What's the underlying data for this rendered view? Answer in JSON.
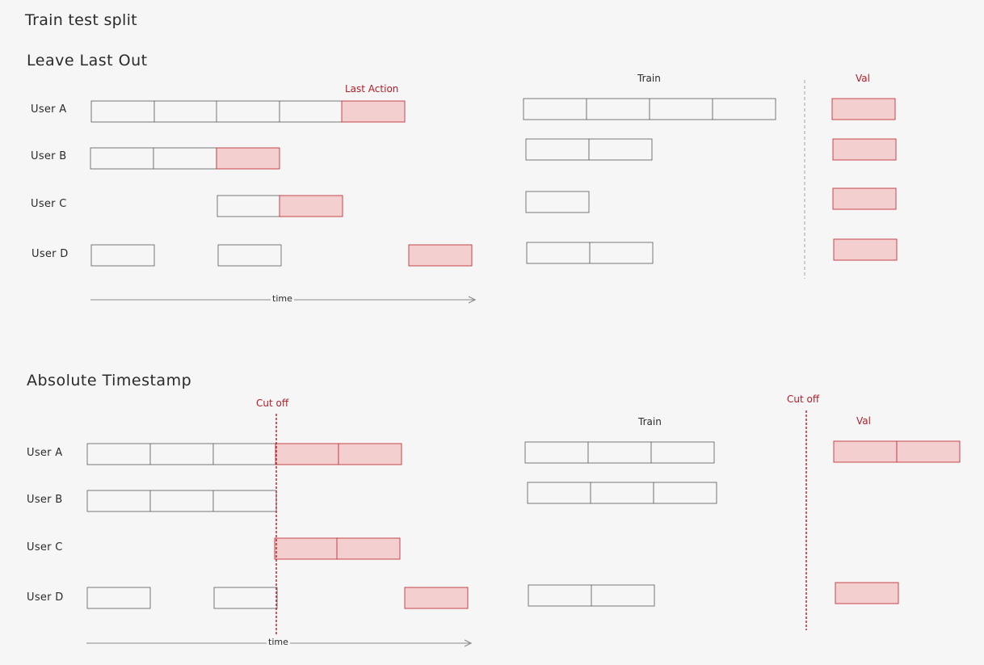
{
  "page": {
    "title": "Train test split",
    "background": "#f6f6f6"
  },
  "colors": {
    "box_stroke": "#6b6b6b",
    "box_fill": "#f6f6f6",
    "highlight_fill": "#f3cfcf",
    "highlight_stroke": "#c0353b",
    "accent_text": "#b31d28",
    "axis": "#8a8a8a"
  },
  "leave_last_out": {
    "heading": "Leave Last Out",
    "annotation": "Last Action",
    "axis_label": "time",
    "train_header": "Train",
    "val_header": "Val",
    "users": [
      {
        "label": "User A",
        "history": [
          "train",
          "train",
          "train",
          "train",
          "val"
        ],
        "train_count": 4,
        "val_count": 1
      },
      {
        "label": "User B",
        "history": [
          "train",
          "train",
          "val"
        ],
        "train_count": 2,
        "val_count": 1
      },
      {
        "label": "User C",
        "history": [
          "train",
          "val"
        ],
        "train_count": 1,
        "val_count": 1
      },
      {
        "label": "User D",
        "history": [
          "train",
          "train",
          "val"
        ],
        "train_count": 2,
        "val_count": 1
      }
    ]
  },
  "absolute_timestamp": {
    "heading": "Absolute Timestamp",
    "cutoff_label": "Cut off",
    "axis_label": "time",
    "train_header": "Train",
    "val_header": "Val",
    "right_cutoff_label": "Cut off",
    "users": [
      {
        "label": "User A",
        "history": [
          "train",
          "train",
          "train",
          "val",
          "val"
        ],
        "train_count": 3,
        "val_count": 2
      },
      {
        "label": "User B",
        "history": [
          "train",
          "train",
          "train"
        ],
        "train_count": 3,
        "val_count": 0
      },
      {
        "label": "User C",
        "history": [
          "val",
          "val"
        ],
        "train_count": 0,
        "val_count": 2
      },
      {
        "label": "User D",
        "history": [
          "train",
          "train",
          "val"
        ],
        "train_count": 2,
        "val_count": 1
      }
    ]
  }
}
